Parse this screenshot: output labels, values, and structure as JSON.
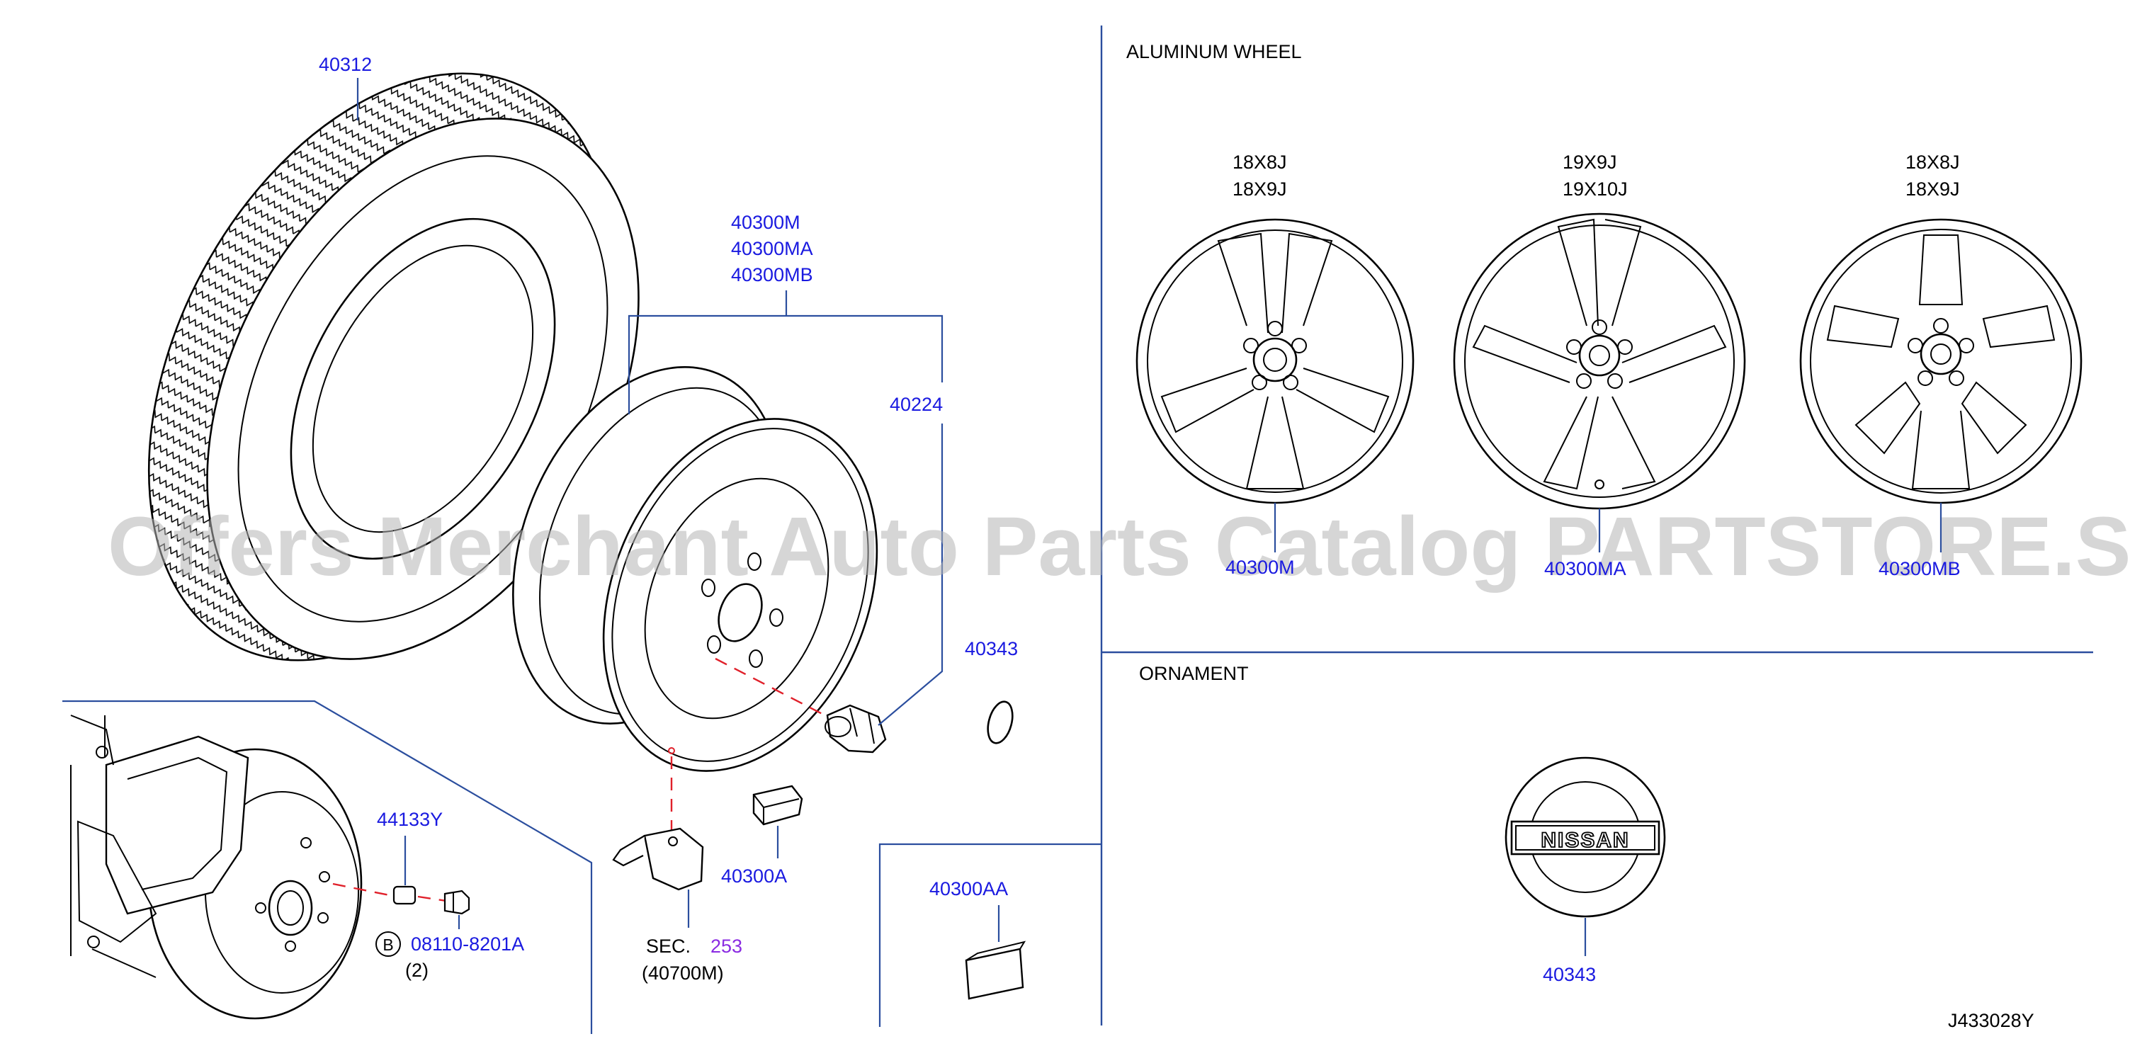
{
  "sections": {
    "aluminum_wheel": "ALUMINUM   WHEEL",
    "ornament": "ORNAMENT"
  },
  "parts": {
    "tire": "40312",
    "wheel_m": "40300M",
    "wheel_ma": "40300MA",
    "wheel_mb": "40300MB",
    "nut": "40224",
    "cap_small": "40343",
    "weight": "40300A",
    "weight_aa": "40300AA",
    "bolt": "44133Y",
    "hub_bolt": "08110-8201A",
    "hub_bolt_qty": "(2)",
    "hub_bolt_marker": "B",
    "sec_prefix": "SEC.",
    "sec_number": "253",
    "sec_ref": "(40700M)",
    "ornament_cap": "40343"
  },
  "wheels": [
    {
      "size1": "18X8J",
      "size2": "18X9J",
      "part": "40300M"
    },
    {
      "size1": "19X9J",
      "size2": "19X10J",
      "part": "40300MA"
    },
    {
      "size1": "18X8J",
      "size2": "18X9J",
      "part": "40300MB"
    }
  ],
  "ornament_logo": "NISSAN",
  "diagram_id": "J433028Y",
  "watermark": "Offers Merchant Auto Parts Catalog PARTSTORE.SA",
  "colors": {
    "label": "#1a1ae0",
    "leader": "#2b4e9e",
    "dashed": "#e0202a",
    "sec_number": "#8a2be2",
    "watermark": "#b5b5b5"
  }
}
